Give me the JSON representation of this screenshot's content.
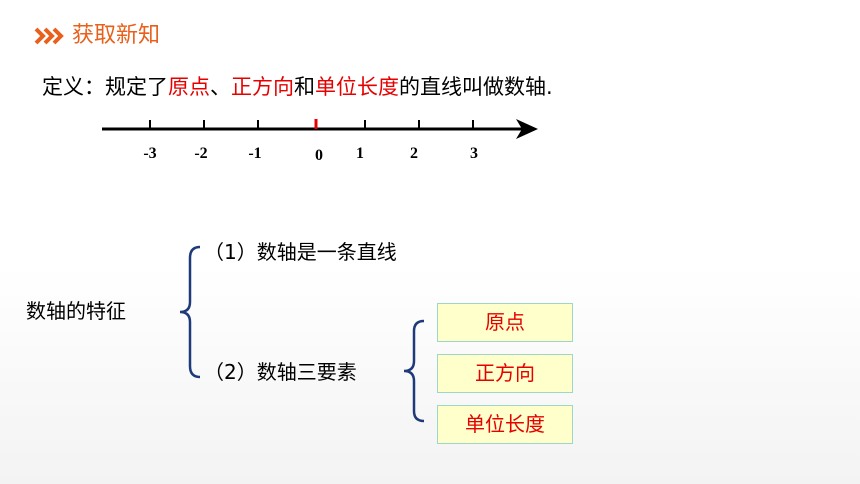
{
  "header": {
    "title": "获取新知",
    "icon": "triple-chevron-icon",
    "accent_color": "#e8601b"
  },
  "definition": {
    "prefix": "定义：规定了",
    "term1": "原点",
    "sep1": "、",
    "term2": "正方向",
    "sep2": "和",
    "term3": "单位长度",
    "suffix": "的直线叫做数轴.",
    "highlight_color": "#e60000"
  },
  "number_line": {
    "labels": [
      "-3",
      "-2",
      "-1",
      "0",
      "1",
      "2",
      "3"
    ],
    "origin_color": "#e60000"
  },
  "features": {
    "label": "数轴的特征",
    "item1": "（1）数轴是一条直线",
    "item2": "（2）数轴三要素",
    "elements": [
      "原点",
      "正方向",
      "单位长度"
    ]
  }
}
